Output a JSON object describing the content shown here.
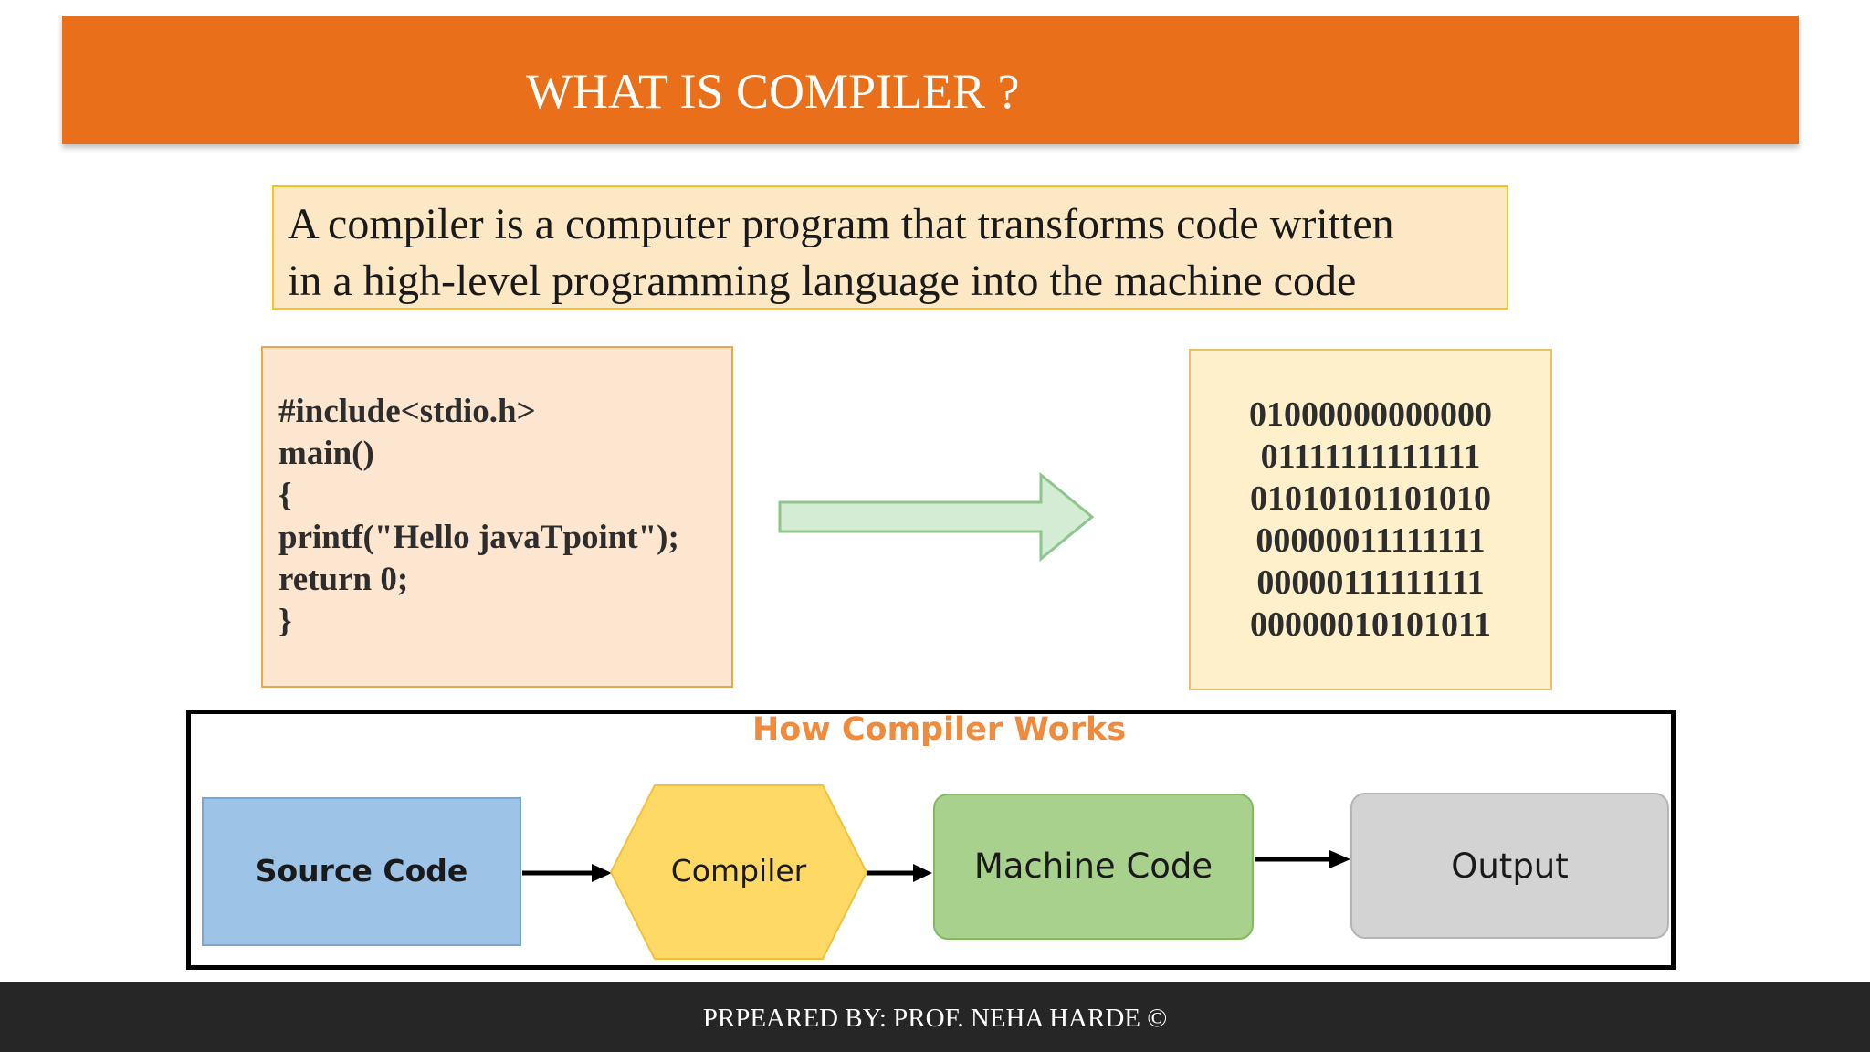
{
  "slide": {
    "title": "WHAT IS COMPILER ?",
    "definition": {
      "line1": "A compiler is a computer program that transforms code written",
      "line2": "in a high-level programming language into the machine code"
    },
    "source_code": [
      "#include<stdio.h>",
      "main()",
      "{",
      "printf(\"Hello javaTpoint\");",
      "return 0;",
      "}"
    ],
    "machine_code": [
      "01000000000000",
      "01111111111111",
      "01010101101010",
      "00000011111111",
      "00000111111111",
      "00000010101011"
    ],
    "flow": {
      "title": "How Compiler Works",
      "steps": [
        "Source Code",
        "Compiler",
        "Machine Code",
        "Output"
      ]
    },
    "footer": "PRPEARED BY: PROF. NEHA HARDE ©"
  },
  "colors": {
    "banner": "#ea6f1a",
    "definition_bg": "#fde8c5",
    "definition_border": "#f5c41d",
    "source_bg": "#fde6cf",
    "machine_bg": "#fef0cb",
    "arrow_fill": "#d5ecd4",
    "arrow_stroke": "#8dc58c",
    "flow_title": "#f08a3c",
    "source_step": "#9dc3e6",
    "compiler_step": "#ffd966",
    "machine_step": "#a9d18e",
    "output_step": "#d3d3d3",
    "footer_bg": "#262626"
  }
}
